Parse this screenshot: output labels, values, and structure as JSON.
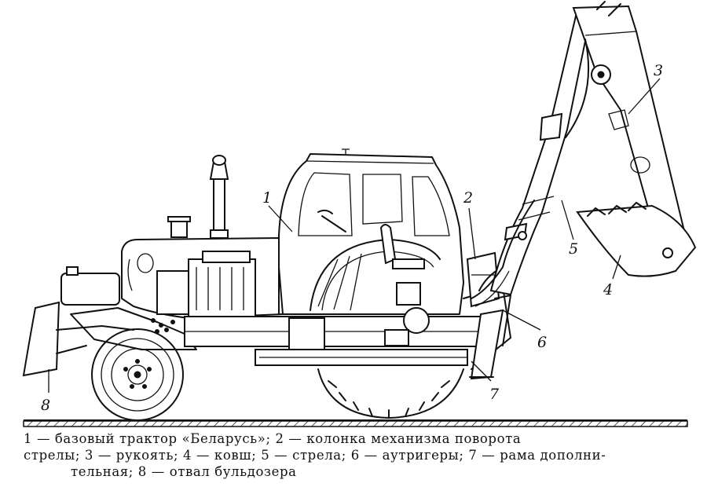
{
  "callouts": {
    "c1": "1",
    "c2": "2",
    "c3": "3",
    "c4": "4",
    "c5": "5",
    "c6": "6",
    "c7": "7",
    "c8": "8"
  },
  "caption": {
    "line1": "1 — базовый трактор «Беларусь»; 2 — колонка механизма поворота",
    "line2": "стрелы; 3 — рукоять; 4 — ковш; 5 — стрела; 6 — аутригеры; 7 — рама дополни-",
    "line3": "тельная; 8 — отвал бульдозера"
  }
}
